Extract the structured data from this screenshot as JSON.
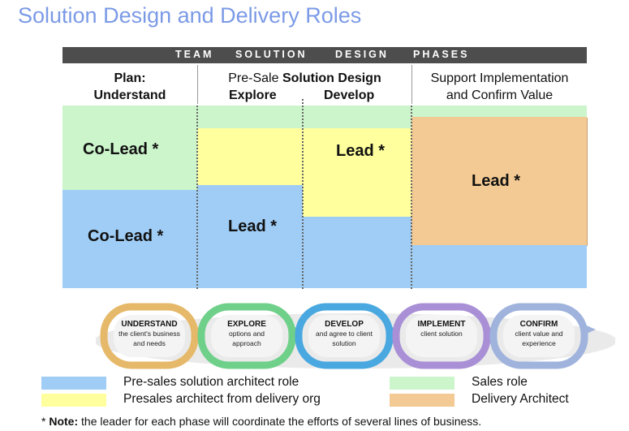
{
  "title": "Solution Design and Delivery Roles",
  "phase_bar": {
    "words": [
      "TEAM",
      "SOLUTION",
      "DESIGN",
      "PHASES"
    ]
  },
  "headers": {
    "plan": {
      "line1": "Plan:",
      "line2": "Understand"
    },
    "presale": {
      "prefix": "Pre-Sale ",
      "bold": "Solution Design",
      "explore": "Explore",
      "develop": "Develop"
    },
    "support": {
      "line1": "Support Implementation",
      "line2": "and Confirm Value"
    }
  },
  "roles": {
    "plan_sales": "Co-Lead *",
    "plan_presales": "Co-Lead *",
    "explore_presales": "Lead *",
    "develop_delivery_org": "Lead *",
    "support_delivery_architect": "Lead *"
  },
  "process": [
    {
      "title": "UNDERSTAND",
      "line1": "the client's business",
      "line2": "and needs",
      "color": "#e6b96a"
    },
    {
      "title": "EXPLORE",
      "line1": "options and",
      "line2": "approach",
      "color": "#6fd08a"
    },
    {
      "title": "DEVELOP",
      "line1": "and agree to client",
      "line2": "solution",
      "color": "#4aa8e0"
    },
    {
      "title": "IMPLEMENT",
      "line1": "client solution",
      "line2": "",
      "color": "#a98fd6"
    },
    {
      "title": "CONFIRM",
      "line1": "client value and",
      "line2": "experience",
      "color": "#9fb3dc"
    }
  ],
  "legend": [
    {
      "label": "Pre-sales solution architect role",
      "color": "#9fcdf5"
    },
    {
      "label": "Presales architect from delivery org",
      "color": "#ffff9e"
    },
    {
      "label": "Sales role",
      "color": "#ccf5cc"
    },
    {
      "label": "Delivery Architect",
      "color": "#f3ca93"
    }
  ],
  "note": {
    "prefix": "* ",
    "bold": "Note:",
    "text": " the leader for each phase will coordinate the efforts of several lines of business."
  },
  "colors": {
    "title": "#7b9ae6",
    "sales": "#ccf5cc",
    "presales": "#9fcdf5",
    "delivery_org": "#ffff9e",
    "delivery_architect": "#f3ca93",
    "bar": "#4d4d4d"
  }
}
